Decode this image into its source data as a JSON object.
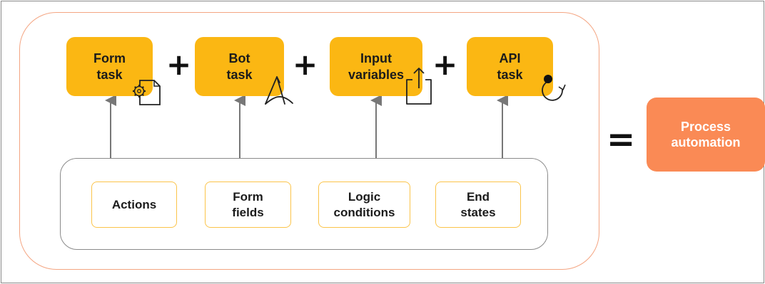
{
  "tasks": [
    {
      "label": "Form\ntask",
      "icon": "form-gear-icon"
    },
    {
      "label": "Bot\ntask",
      "icon": "bot-pen-icon"
    },
    {
      "label": "Input\nvariables",
      "icon": "upload-icon"
    },
    {
      "label": "API\ntask",
      "icon": "refresh-icon"
    }
  ],
  "operators": {
    "plus": "+",
    "equals": "="
  },
  "components": [
    {
      "label": "Actions"
    },
    {
      "label": "Form\nfields"
    },
    {
      "label": "Logic\nconditions"
    },
    {
      "label": "End\nstates"
    }
  ],
  "result": {
    "label": "Process\nautomation"
  },
  "colors": {
    "task_fill": "#fbb713",
    "result_fill": "#fa8a55",
    "outer_border": "#f4a582",
    "component_border": "#fbc44a",
    "connector": "#777777"
  }
}
